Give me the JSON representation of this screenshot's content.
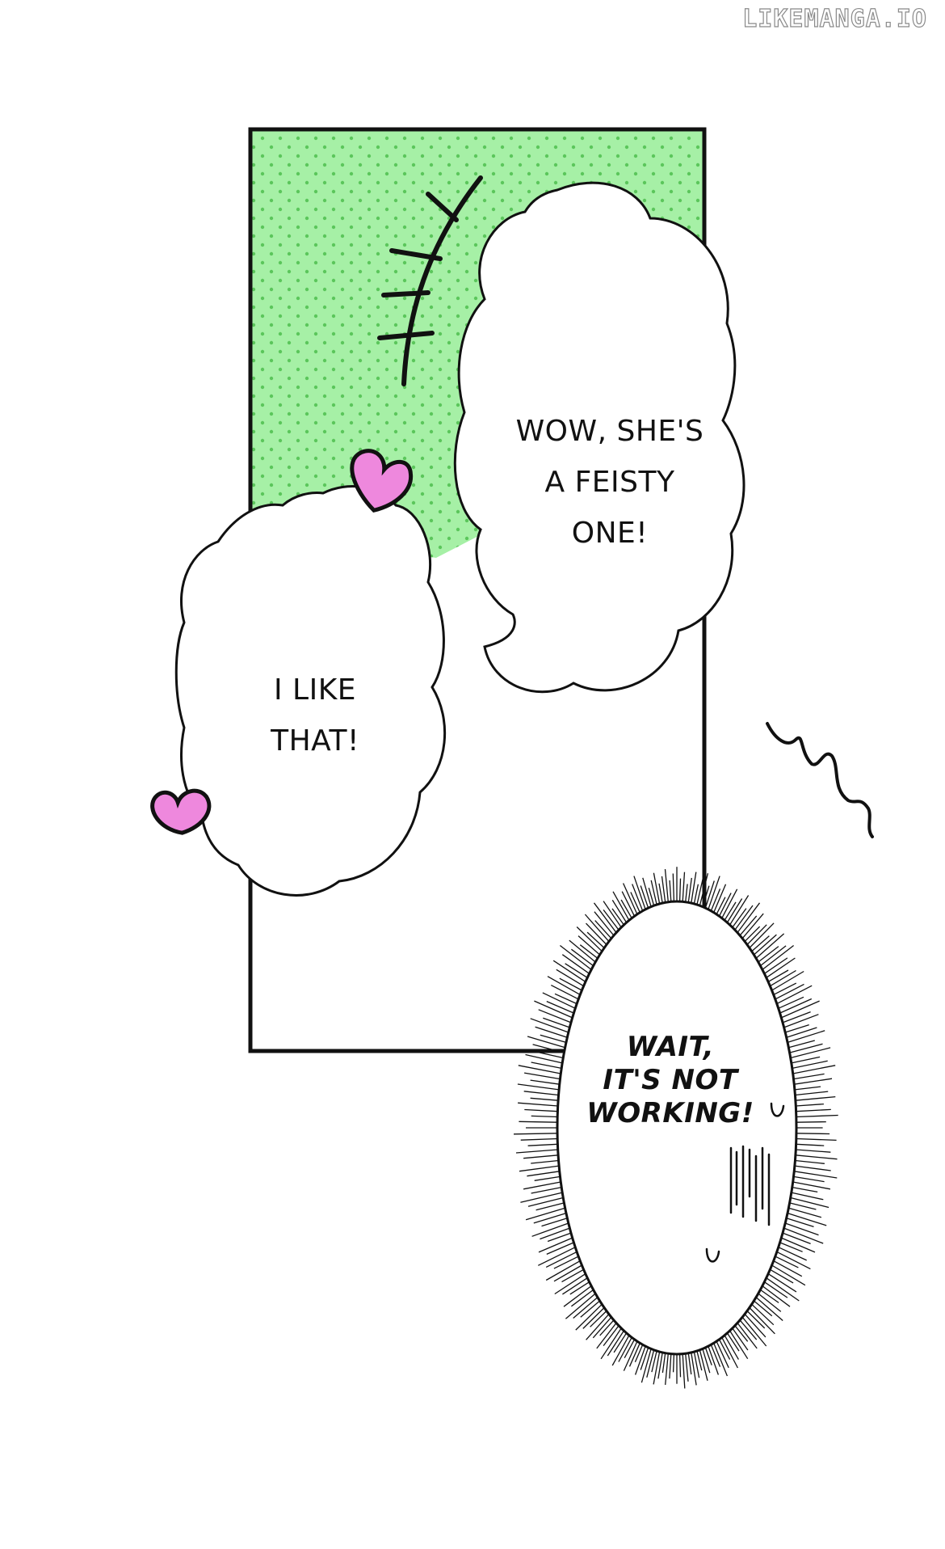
{
  "watermark": "LIKEMANGA.IO",
  "bubbles": {
    "feisty": {
      "lines": [
        "WOW, SHE'S",
        "A FEISTY",
        "ONE!"
      ]
    },
    "like": {
      "lines": [
        "I LIKE",
        "THAT!"
      ]
    },
    "wait": {
      "lines": [
        "WAIT,",
        "IT'S NOT",
        "WORKING!"
      ]
    }
  },
  "colors": {
    "panel_bg": "#a6f0a6",
    "dots": "#5bc65b",
    "heart": "#ee88dd",
    "ink": "#111111"
  }
}
